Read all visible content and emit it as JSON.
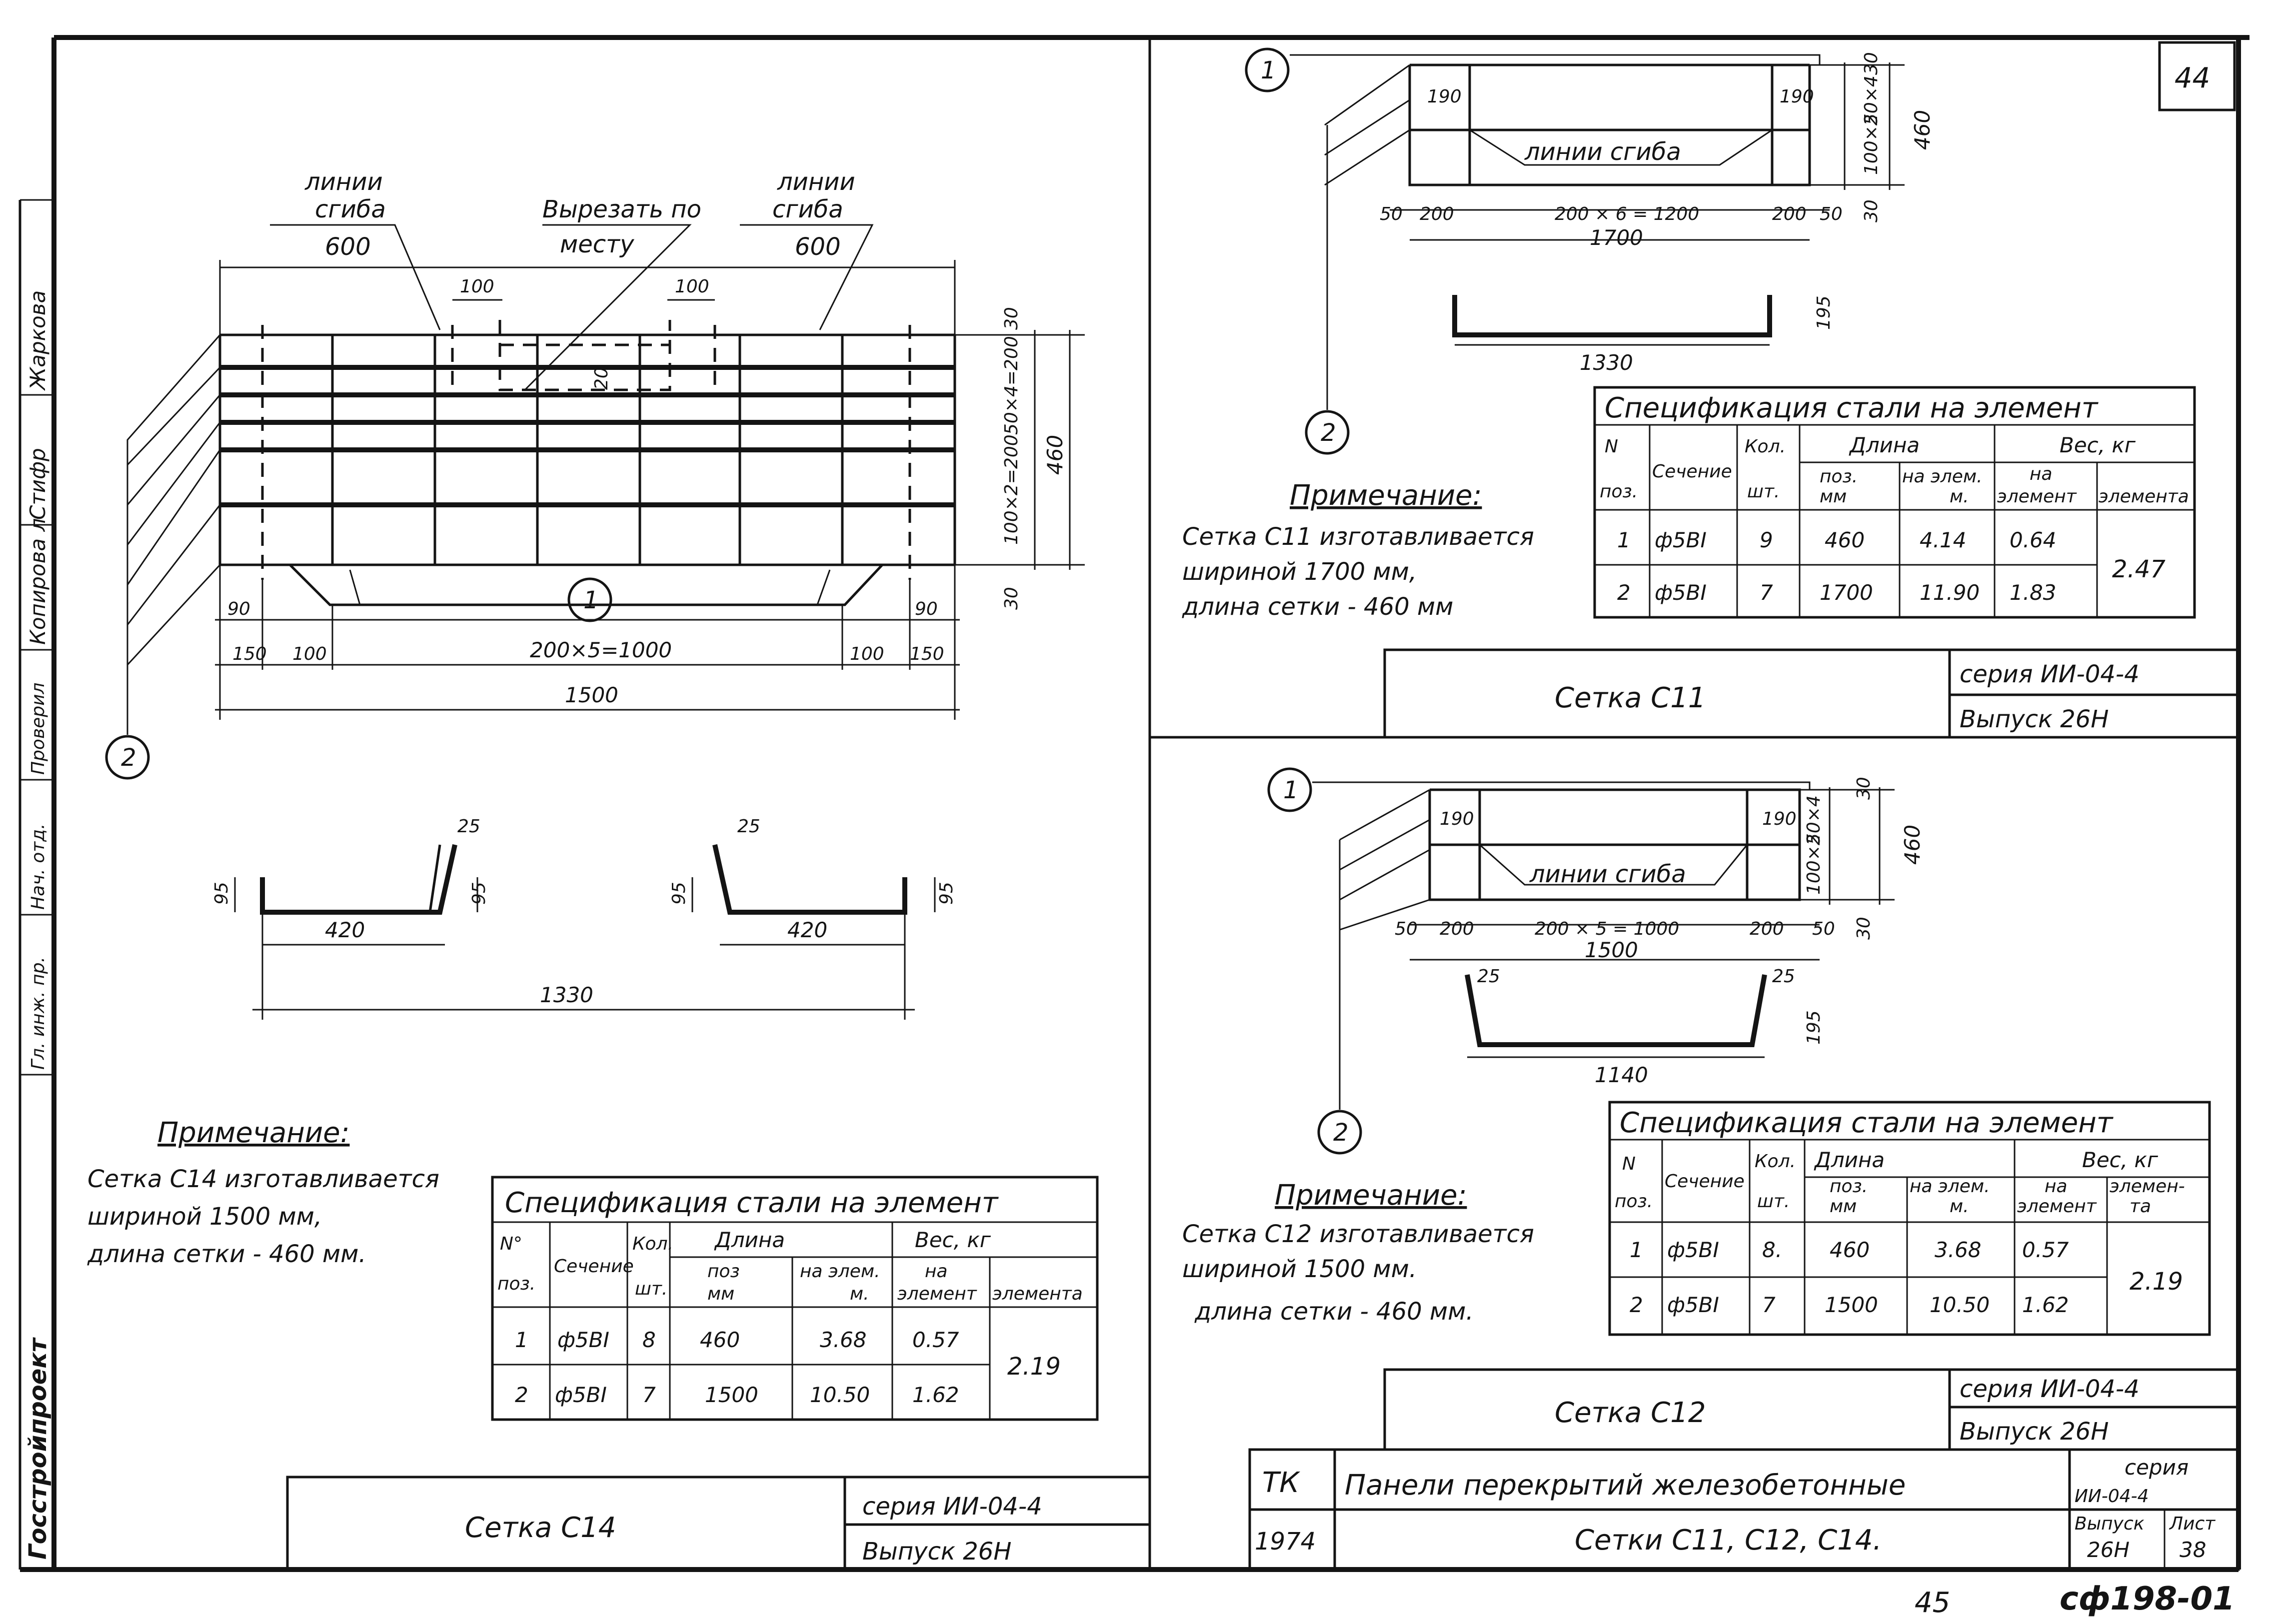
{
  "sheet_number": "44",
  "bottom_page": "45",
  "archive_code": "сф198-01",
  "side_stamp": [
    "Жаркова",
    "Стифр",
    "Копирова л",
    "Проверил",
    "Нач. отд.",
    "Гл. инж. пр."
  ],
  "side_org": "Госстройпроект",
  "c14": {
    "bend_left": "линии\nсгиба\n600",
    "cut_label": "Вырезать по\nместу",
    "bend_right": "линии\nсгиба\n600",
    "dims_top": [
      "100",
      "100"
    ],
    "dims_right": [
      "30",
      "50×4=200",
      "100×2=200",
      "30",
      "460",
      "20"
    ],
    "dims_bottom": [
      "90",
      "150",
      "100",
      "200×5=1000",
      "100",
      "90",
      "150",
      "1500"
    ],
    "pos1": "1",
    "pos2": "2",
    "profile_dims": [
      "25",
      "25",
      "95",
      "95",
      "95",
      "95",
      "420",
      "420",
      "1330"
    ],
    "note_title": "Примечание:",
    "note_lines": [
      "Сетка С14 изготавливается",
      "шириной 1500 мм,",
      "длина сетки - 460 мм."
    ],
    "spec": {
      "title": "Спецификация стали на элемент",
      "col_n": "N°\nпоз.",
      "col_sec": "Сечение",
      "col_qty": "Кол.\nшт.",
      "col_len": "Длина",
      "col_len_pos": "поз\nмм",
      "col_len_el": "на элем.\nм.",
      "col_wt": "Вес, кг",
      "col_wt_el": "на\nэлемент",
      "col_wt_tot": "элемента",
      "rows": [
        {
          "n": "1",
          "sec": "ф5ВI",
          "qty": "8",
          "pos": "460",
          "el": "3.68",
          "w": "0.57"
        },
        {
          "n": "2",
          "sec": "ф5ВI",
          "qty": "7",
          "pos": "1500",
          "el": "10.50",
          "w": "1.62"
        }
      ],
      "total": "2.19"
    },
    "stamp_name": "Сетка С14",
    "stamp_series": "серия ИИ-04-4",
    "stamp_issue": "Выпуск 26Н"
  },
  "c11": {
    "pos1": "1",
    "pos2": "2",
    "bend": "линии сгиба",
    "dims_top": [
      "190",
      "190"
    ],
    "dims_right": [
      "30",
      "50×4",
      "100×2",
      "30",
      "460"
    ],
    "dims_bottom": [
      "50",
      "200",
      "200 × 6 = 1200",
      "200",
      "50",
      "1700"
    ],
    "profile_dims": [
      "195",
      "1330"
    ],
    "note_title": "Примечание:",
    "note_lines": [
      "Сетка С11 изготавливается",
      "шириной 1700 мм,",
      "длина сетки - 460 мм"
    ],
    "spec": {
      "title": "Спецификация стали на элемент",
      "col_n": "N\nпоз.",
      "col_sec": "Сечение",
      "col_qty": "Кол.\nшт.",
      "col_len": "Длина",
      "col_len_pos": "поз.\nмм",
      "col_len_el": "на элем.\nм.",
      "col_wt": "Вес, кг",
      "col_wt_el": "на\nэлемент",
      "col_wt_tot": "элемента",
      "rows": [
        {
          "n": "1",
          "sec": "ф5ВI",
          "qty": "9",
          "pos": "460",
          "el": "4.14",
          "w": "0.64"
        },
        {
          "n": "2",
          "sec": "ф5ВI",
          "qty": "7",
          "pos": "1700",
          "el": "11.90",
          "w": "1.83"
        }
      ],
      "total": "2.47"
    },
    "stamp_name": "Сетка С11",
    "stamp_series": "серия ИИ-04-4",
    "stamp_issue": "Выпуск 26Н"
  },
  "c12": {
    "pos1": "1",
    "pos2": "2",
    "bend": "линии сгиба",
    "dims_top": [
      "190",
      "190"
    ],
    "dims_right": [
      "30",
      "50×4",
      "100×2",
      "30",
      "460"
    ],
    "dims_bottom": [
      "50",
      "200",
      "200 × 5 = 1000",
      "200",
      "50",
      "1500"
    ],
    "profile_dims": [
      "25",
      "25",
      "195",
      "1140"
    ],
    "note_title": "Примечание:",
    "note_lines": [
      "Сетка С12 изготавливается",
      "шириной 1500 мм.",
      "длина сетки - 460 мм."
    ],
    "spec": {
      "title": "Спецификация стали на элемент",
      "col_n": "N\nпоз.",
      "col_sec": "Сечение",
      "col_qty": "Кол.\nшт.",
      "col_len": "Длина",
      "col_len_pos": "поз.\nмм",
      "col_len_el": "на элем.\nм.",
      "col_wt": "Вес, кг",
      "col_wt_el": "на\nэлемент",
      "col_wt_tot": "элемен-\nта",
      "rows": [
        {
          "n": "1",
          "sec": "ф5ВI",
          "qty": "8.",
          "pos": "460",
          "el": "3.68",
          "w": "0.57"
        },
        {
          "n": "2",
          "sec": "ф5ВI",
          "qty": "7",
          "pos": "1500",
          "el": "10.50",
          "w": "1.62"
        }
      ],
      "total": "2.19"
    },
    "stamp_name": "Сетка С12",
    "stamp_series": "серия ИИ-04-4",
    "stamp_issue": "Выпуск 26Н"
  },
  "main_stamp": {
    "org": "ТК",
    "year": "1974",
    "title": "Панели перекрытий железобетонные",
    "subtitle": "Сетки С11, С12, С14.",
    "series_label": "серия",
    "series": "ИИ-04-4",
    "issue_label": "Выпуск",
    "issue": "26Н",
    "sheet_label": "Лист",
    "sheet": "38"
  }
}
